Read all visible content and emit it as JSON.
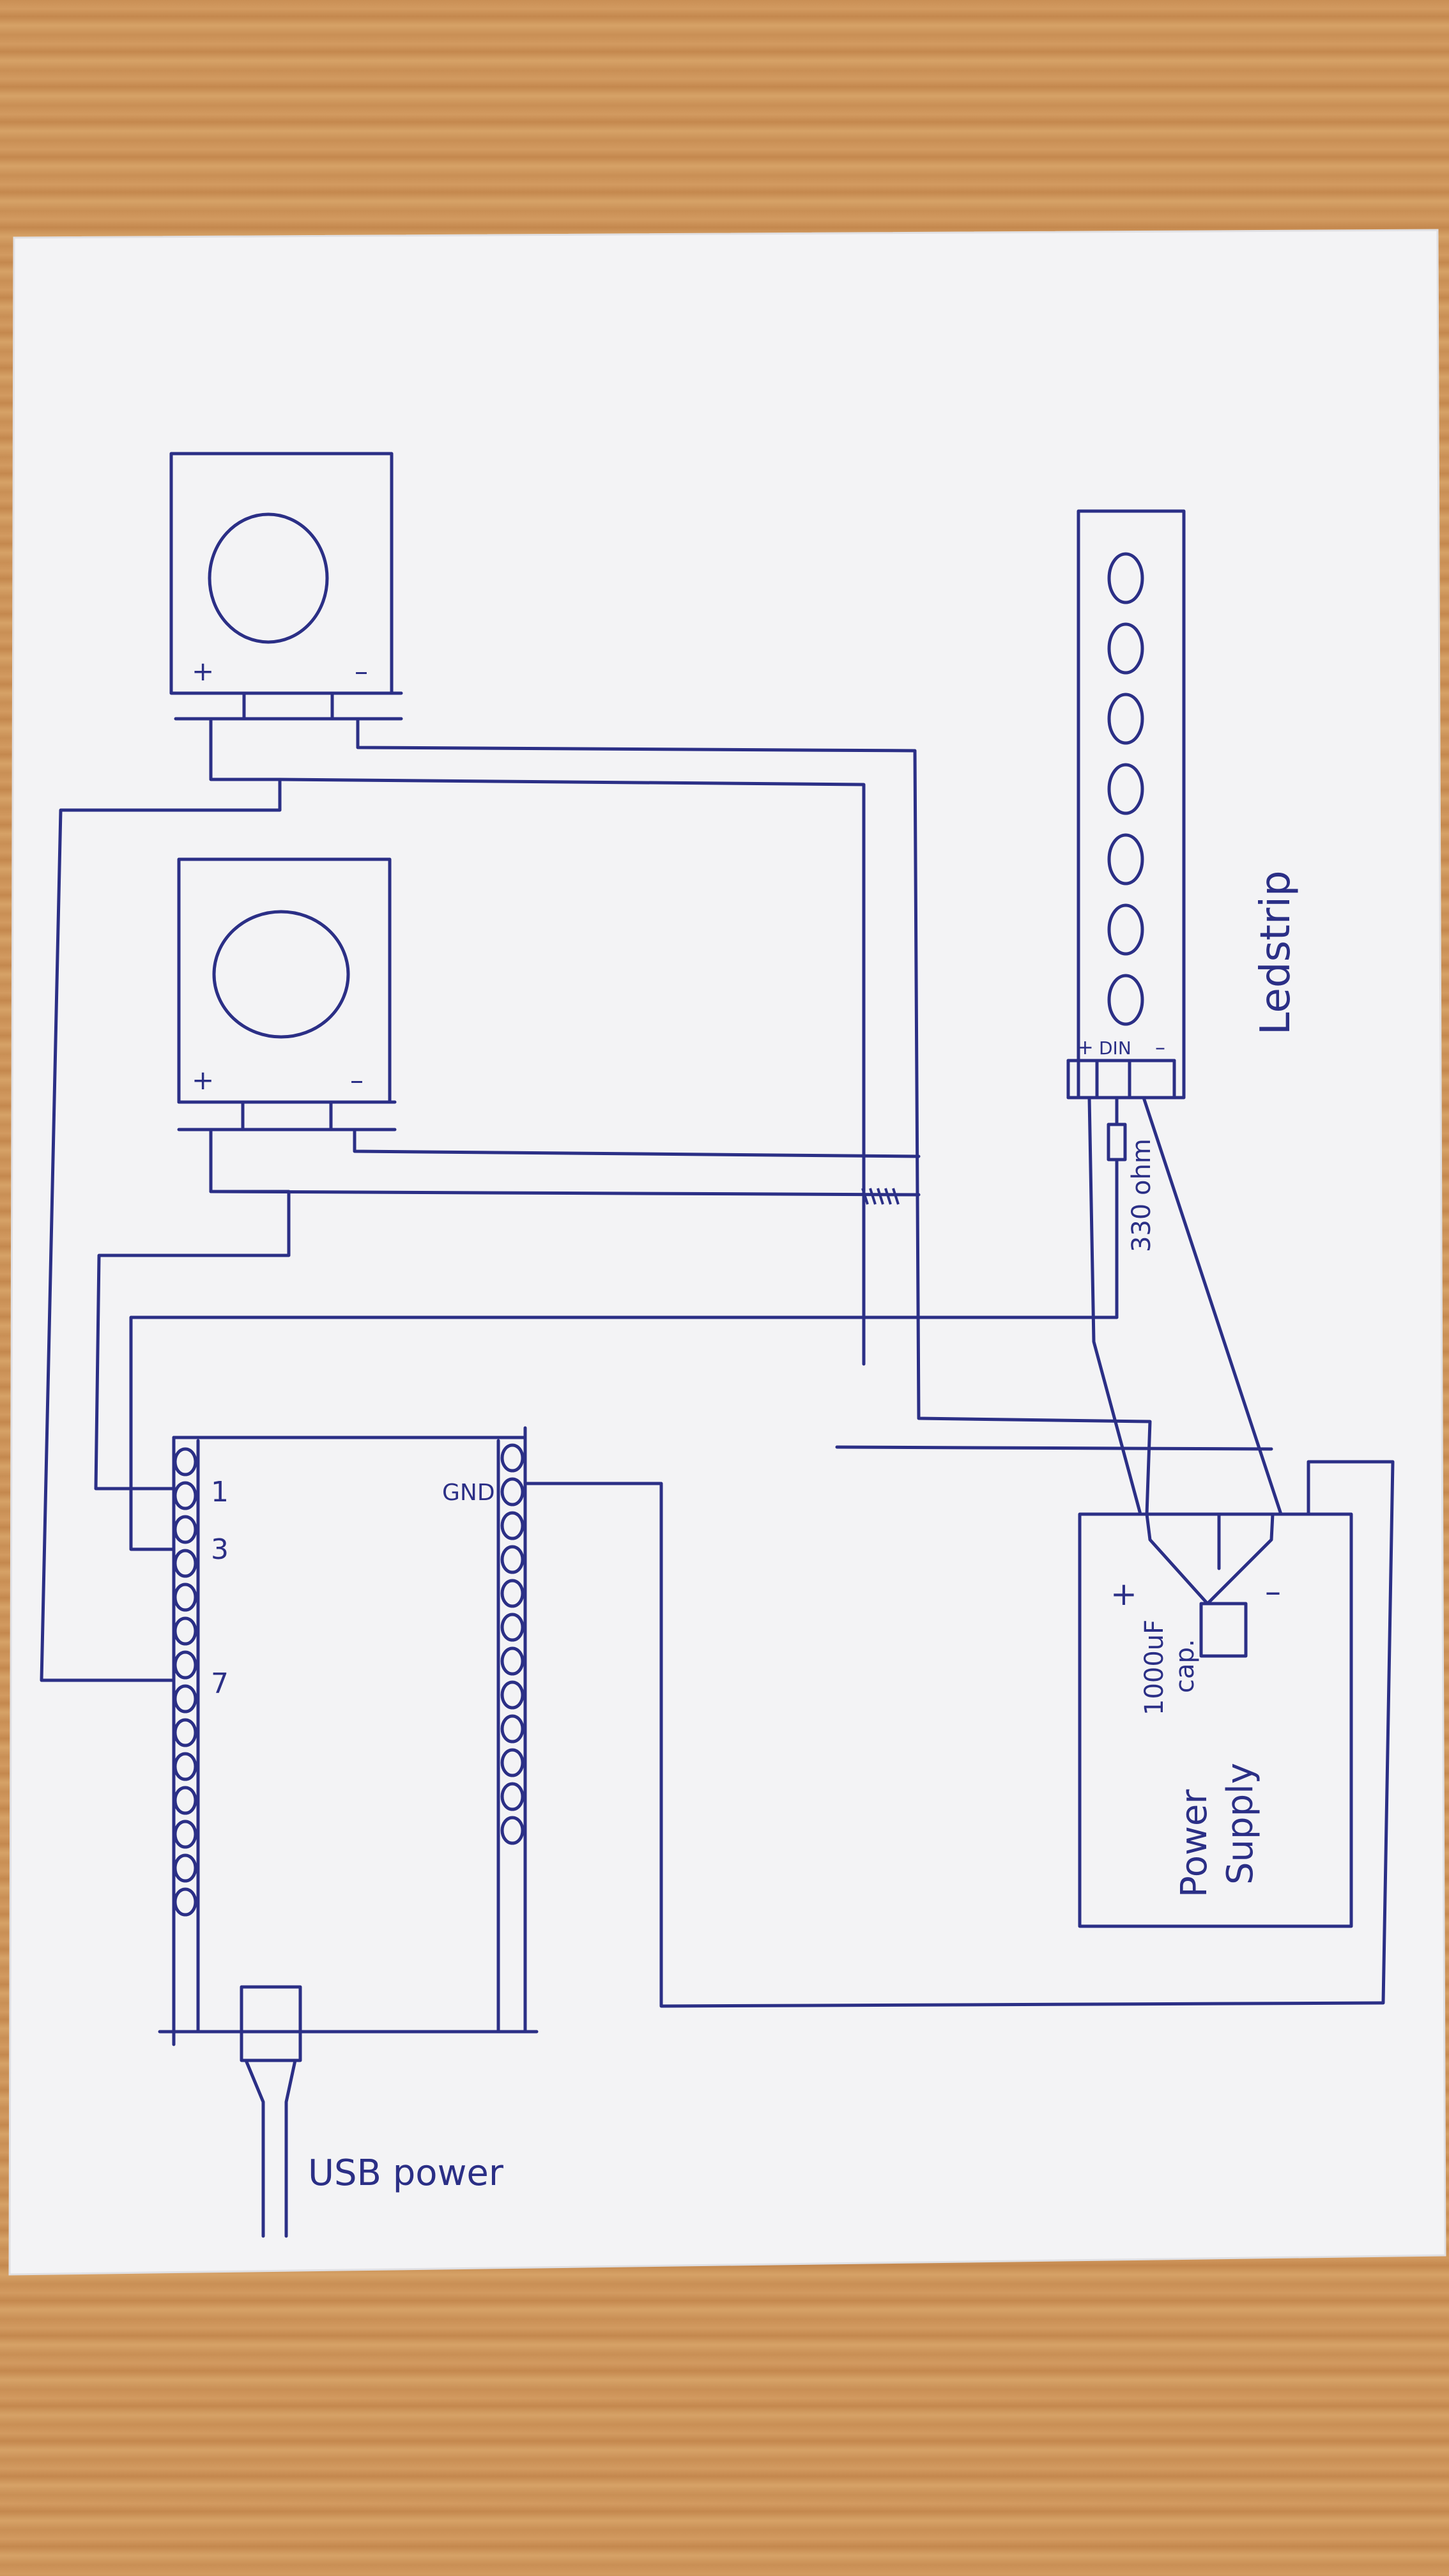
{
  "colors": {
    "ink": "#2b2f86",
    "paper": "#f3f3f5",
    "table": "#c98f55"
  },
  "speakers": {
    "top": {
      "plus": "+",
      "minus": "–"
    },
    "bottom": {
      "plus": "+",
      "minus": "–"
    }
  },
  "ledstrip": {
    "label": "Ledstrip",
    "pin_plus": "+",
    "pin_din": "DIN",
    "pin_minus": "–",
    "led_count": 7
  },
  "resistor": {
    "label": "330 ohm"
  },
  "board": {
    "left_header_pins": 14,
    "right_header_pins": 12,
    "pin_labels": [
      {
        "text": "1"
      },
      {
        "text": "3"
      },
      {
        "text": "7"
      }
    ],
    "gnd_label": "GND"
  },
  "power_supply": {
    "label_line1": "Power",
    "label_line2": "Supply",
    "plus": "+",
    "minus": "–"
  },
  "capacitor": {
    "line1": "1000uF",
    "line2": "cap."
  },
  "usb": {
    "label": "USB power"
  }
}
